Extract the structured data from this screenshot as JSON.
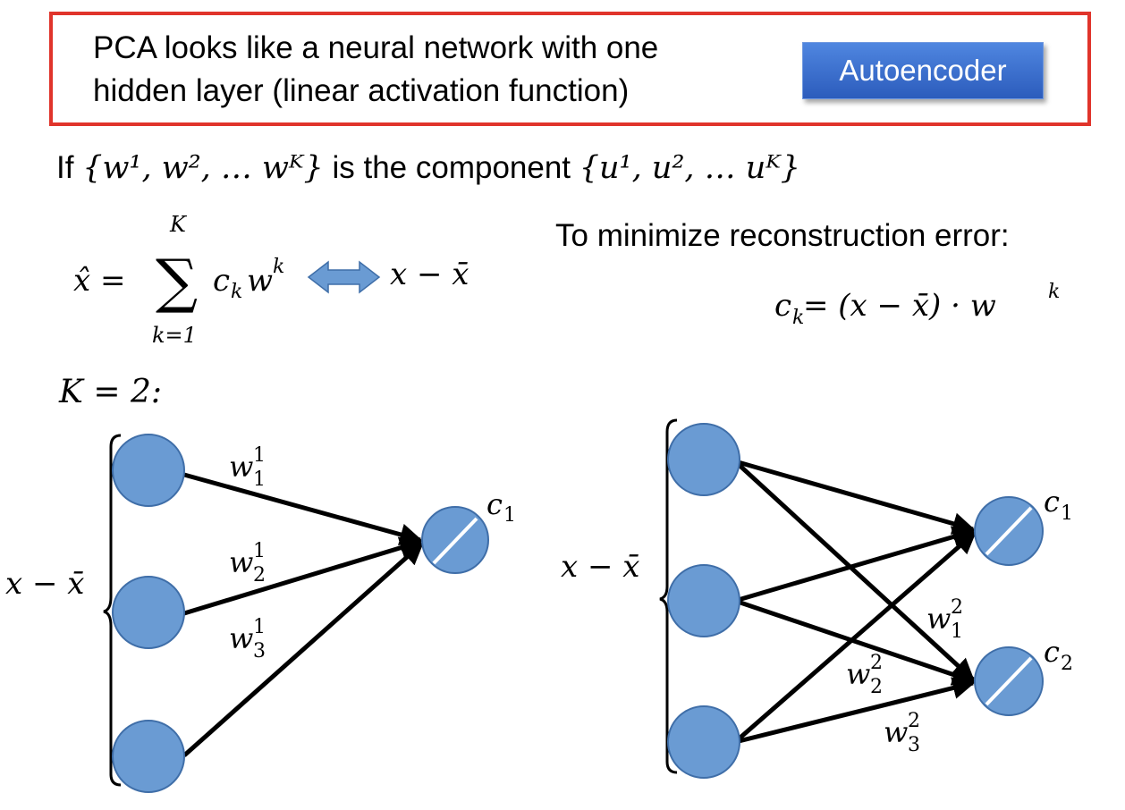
{
  "header": {
    "line1": "PCA looks like a neural network with one",
    "line2": "hidden layer (linear activation function)",
    "button_label": "Autoencoder"
  },
  "statement": {
    "prefix": "If ",
    "middle": " is the component ",
    "w_set": "{w¹, w², … wᴷ}",
    "u_set": "{u¹, u², … uᴷ}"
  },
  "formula": {
    "xhat": "x̂ =",
    "sum_top": "K",
    "sum_bottom": "k=1",
    "sum_term": "c",
    "sum_term_sub": "k",
    "sum_term_w": "w",
    "sum_term_sup": "k",
    "rhs": "x − x̄"
  },
  "minimize": {
    "label": "To minimize reconstruction error:",
    "lhs_c": "c",
    "lhs_sub": "k",
    "rhs": " = (x − x̄) · w",
    "rhs_sup": "k"
  },
  "k_label": "K = 2:",
  "network_left": {
    "input_label": "x − x̄",
    "output_labels": [
      {
        "main": "c",
        "sub": "1"
      }
    ],
    "edges": [
      {
        "main": "w",
        "sub": "1",
        "sup": "1"
      },
      {
        "main": "w",
        "sub": "2",
        "sup": "1"
      },
      {
        "main": "w",
        "sub": "3",
        "sup": "1"
      }
    ]
  },
  "network_right": {
    "input_label": "x − x̄",
    "output_labels": [
      {
        "main": "c",
        "sub": "1"
      },
      {
        "main": "c",
        "sub": "2"
      }
    ],
    "edges": [
      {
        "main": "w",
        "sub": "1",
        "sup": "2"
      },
      {
        "main": "w",
        "sub": "2",
        "sup": "2"
      },
      {
        "main": "w",
        "sub": "3",
        "sup": "2"
      }
    ]
  },
  "colors": {
    "node_fill": "#6a9bd3",
    "node_stroke": "#3f6ea8",
    "frame": "#e0342b",
    "button": "#3a6fd0",
    "double_arrow": "#6a9bd3"
  }
}
